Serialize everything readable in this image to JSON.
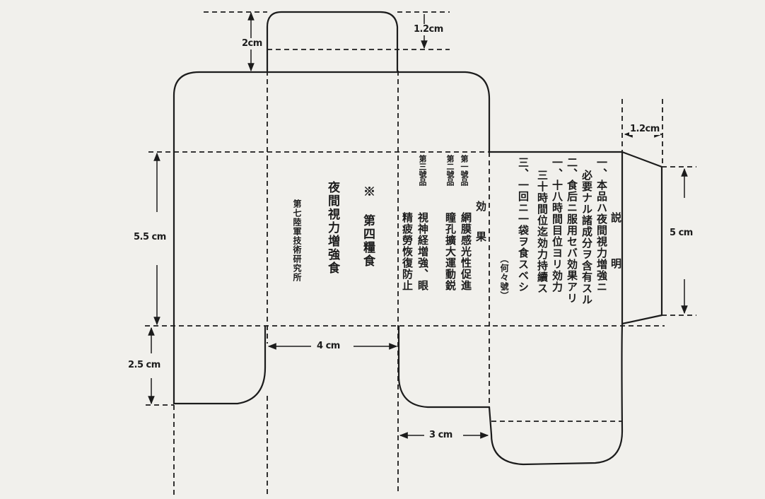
{
  "dimensions": {
    "d_2cm": "2cm",
    "d_1_2cm_top": "1.2cm",
    "d_1_2cm_right": "1.2cm",
    "d_5_5cm": "5.5 cm",
    "d_2_5cm": "2.5 cm",
    "d_4cm": "4 cm",
    "d_3cm": "3 cm",
    "d_5cm": "5 cm"
  },
  "panel_front": {
    "maker": "第七陸軍技術研究所",
    "product": "夜間視力増強食"
  },
  "panel_mark": {
    "line": "※ 第四糧食"
  },
  "panel_effects": {
    "heading": "効果",
    "item1_label": "第一號品",
    "item1_text": "網膜感光性促進",
    "item1_cont": "瞳孔擴大運動鋭",
    "item2_label": "第二號品",
    "item2_text": "視神経増強、眼",
    "item2_cont": "精疲勞恢復防止",
    "item3_label": "第三號品"
  },
  "panel_instructions": {
    "heading": "説明",
    "line1": "一、本品ハ夜間視力増強ニ",
    "line2": "必要ナル諸成分ヲ含有スル",
    "line3": "二、食后ニ服用セバ効果アリ",
    "line4": "一、十八時間目位ヨリ効力",
    "line5": "三十時間位迄効力持續ス",
    "line6": "三、一回ニ一袋ヲ食スベシ",
    "line7": "（何々號）"
  }
}
